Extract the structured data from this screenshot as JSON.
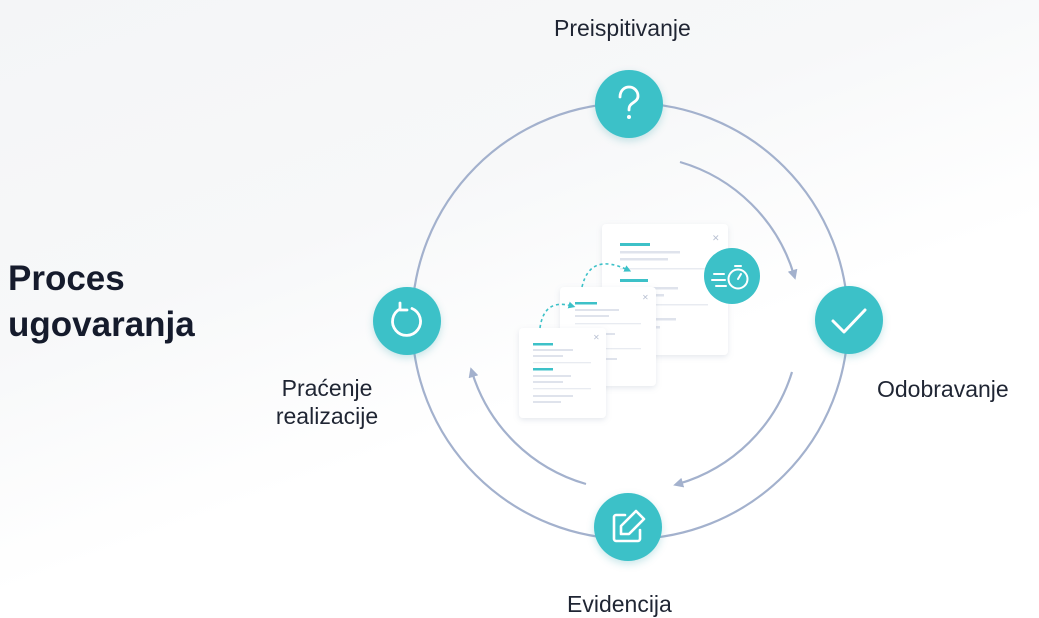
{
  "title": {
    "line1": "Proces",
    "line2": "ugovaranja"
  },
  "stages": {
    "top": {
      "label": "Preispitivanje",
      "icon": "question-mark-icon"
    },
    "right": {
      "label": "Odobravanje",
      "icon": "checkmark-icon"
    },
    "bottom": {
      "label": "Evidencija",
      "icon": "edit-icon"
    },
    "left": {
      "label_line1": "Praćenje",
      "label_line2": "realizacije",
      "icon": "refresh-icon"
    }
  },
  "colors": {
    "accent": "#3cc1c8",
    "ring": "#a3b1cd",
    "text": "#151b2c",
    "doc_line": "#dfe3ec"
  },
  "center_illustration": {
    "documents": 3,
    "icon": "timer-icon"
  }
}
